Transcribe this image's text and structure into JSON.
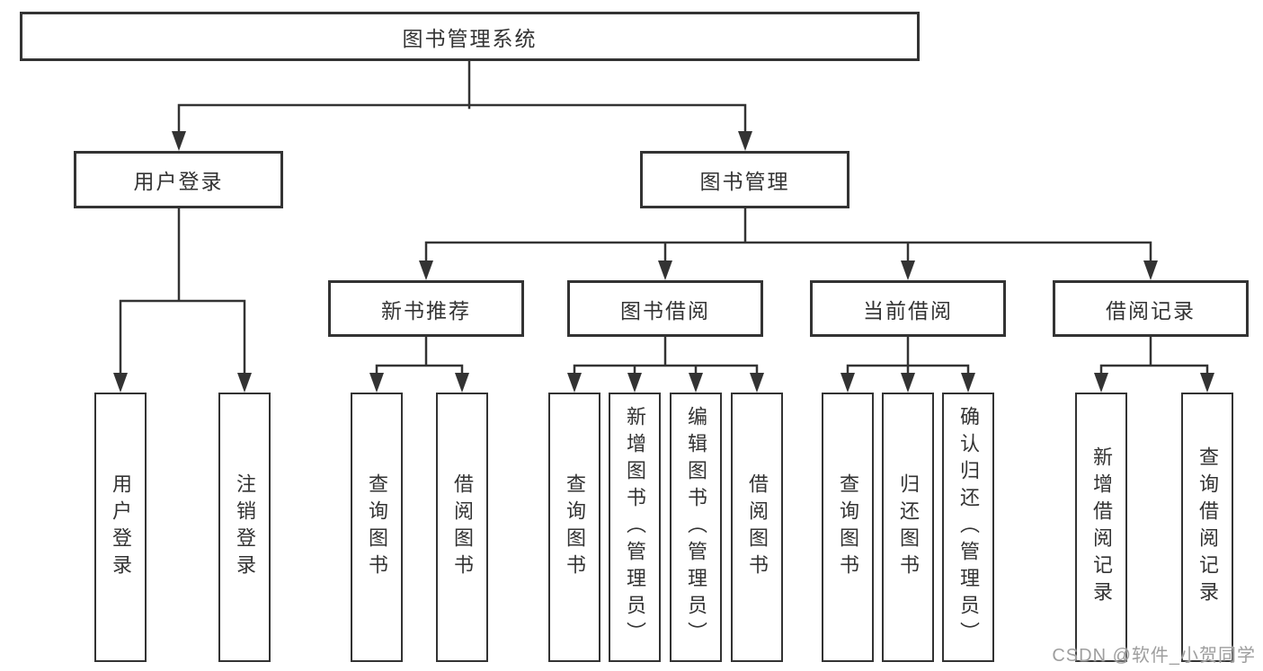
{
  "tree": {
    "label": "图书管理系统",
    "children": [
      {
        "label": "用户登录",
        "children": [
          {
            "label": "用户登录"
          },
          {
            "label": "注销登录"
          }
        ]
      },
      {
        "label": "图书管理",
        "children": [
          {
            "label": "新书推荐",
            "children": [
              {
                "label": "查询图书"
              },
              {
                "label": "借阅图书"
              }
            ]
          },
          {
            "label": "图书借阅",
            "children": [
              {
                "label": "查询图书"
              },
              {
                "label": "新增图书（管理员）"
              },
              {
                "label": "编辑图书（管理员）"
              },
              {
                "label": "借阅图书"
              }
            ]
          },
          {
            "label": "当前借阅",
            "children": [
              {
                "label": "查询图书"
              },
              {
                "label": "归还图书"
              },
              {
                "label": "确认归还（管理员）"
              }
            ]
          },
          {
            "label": "借阅记录",
            "children": [
              {
                "label": "新增借阅记录"
              },
              {
                "label": "查询借阅记录"
              }
            ]
          }
        ]
      }
    ]
  },
  "watermark": {
    "text": "CSDN @软件_小贺同学"
  },
  "colors": {
    "line": "#333333",
    "box_border": "#333333",
    "text": "#333333",
    "watermark": "#9e9e9e",
    "background": "#ffffff"
  }
}
